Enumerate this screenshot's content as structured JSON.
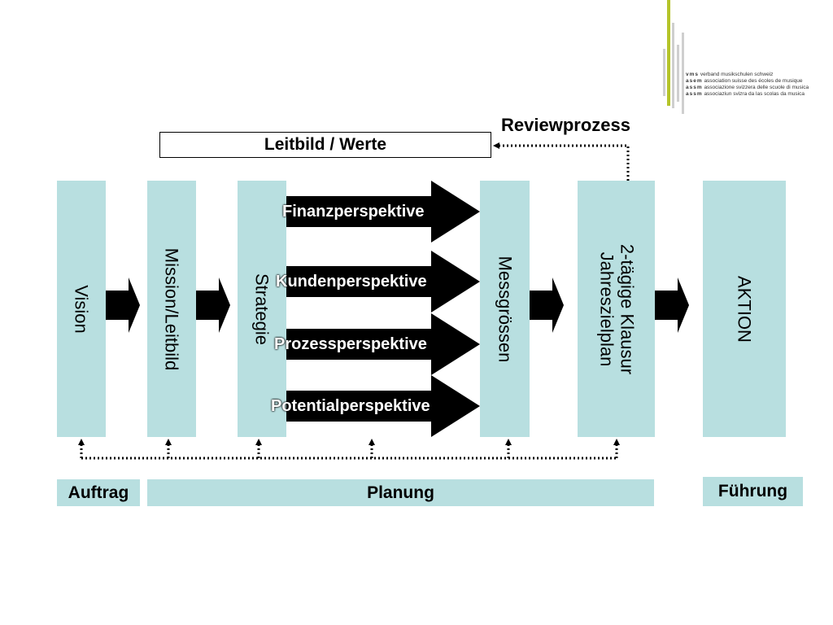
{
  "logo": {
    "lines": [
      {
        "abbr": "vms",
        "text": "verband musikschulen schweiz"
      },
      {
        "abbr": "asem",
        "text": "association suisse des écoles de musique"
      },
      {
        "abbr": "assm",
        "text": "associazione svizzera delle scuole di musica"
      },
      {
        "abbr": "assm",
        "text": "associaziun svizra da las scolas da musica"
      }
    ],
    "accent_color": "#b5c42a"
  },
  "review": "Reviewprozess",
  "leitbild": "Leitbild / Werte",
  "columns": {
    "vision": "Vision",
    "mission": "Mission/Leitbild",
    "strategie": "Strategie",
    "messgroessen": "Messgrössen",
    "klausur_line1": "2-tägige Klausur",
    "klausur_line2": "Jahreszielplan",
    "aktion": "AKTION"
  },
  "perspectives": {
    "finanz": "Finanzperspektive",
    "kunden": "Kundenperspektive",
    "prozess": "Prozessperspektive",
    "potential": "Potentialperspektive"
  },
  "bottom": {
    "auftrag": "Auftrag",
    "planung": "Planung",
    "fuehrung": "Führung"
  },
  "colors": {
    "column_fill": "#b8dfe0",
    "arrow_fill": "#000000"
  }
}
